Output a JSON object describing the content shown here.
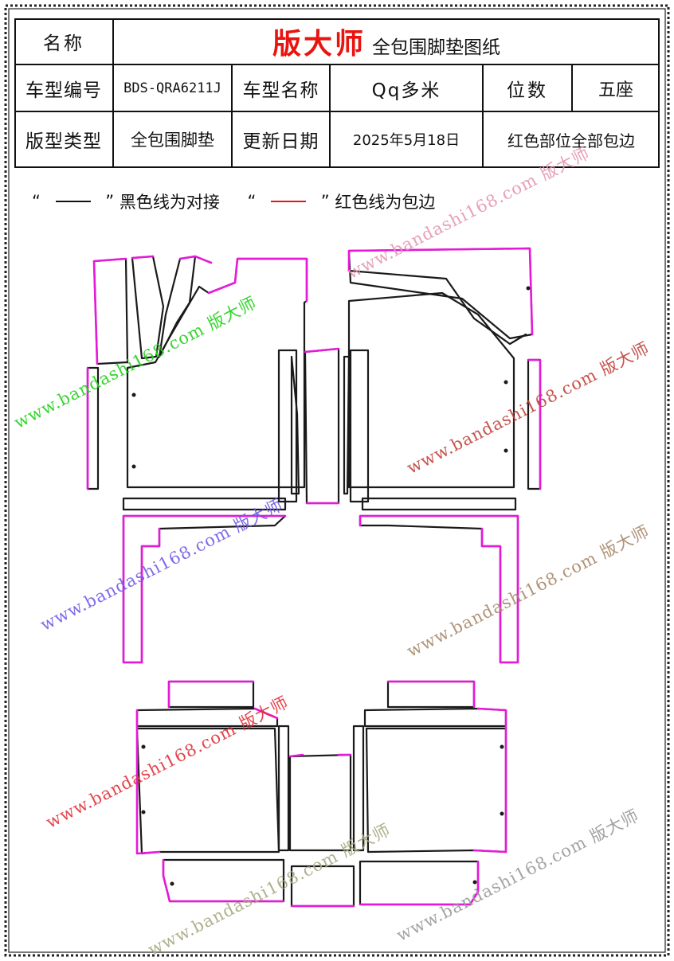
{
  "header": {
    "name_label": "名称",
    "brand": "版大师",
    "doc_title": "全包围脚垫图纸",
    "model_code_label": "车型编号",
    "model_code": "BDS-QRA6211J",
    "model_name_label": "车型名称",
    "model_name": "Qq多米",
    "seats_label": "位数",
    "seats": "五座",
    "type_label": "版型类型",
    "type": "全包围脚垫",
    "update_label": "更新日期",
    "update_date": "2025年5月18日",
    "note": "红色部位全部包边"
  },
  "legend": {
    "open_quote": "“",
    "close_quote": "”",
    "black_text": "黑色线为对接",
    "red_text": "红色线为包边",
    "black_color": "#111111",
    "red_color": "#e8140f"
  },
  "colors": {
    "edge_binding": "#e619d9",
    "joint": "#1a1a1a"
  },
  "watermark": {
    "text": "www.bandashi168.com 版大师"
  }
}
